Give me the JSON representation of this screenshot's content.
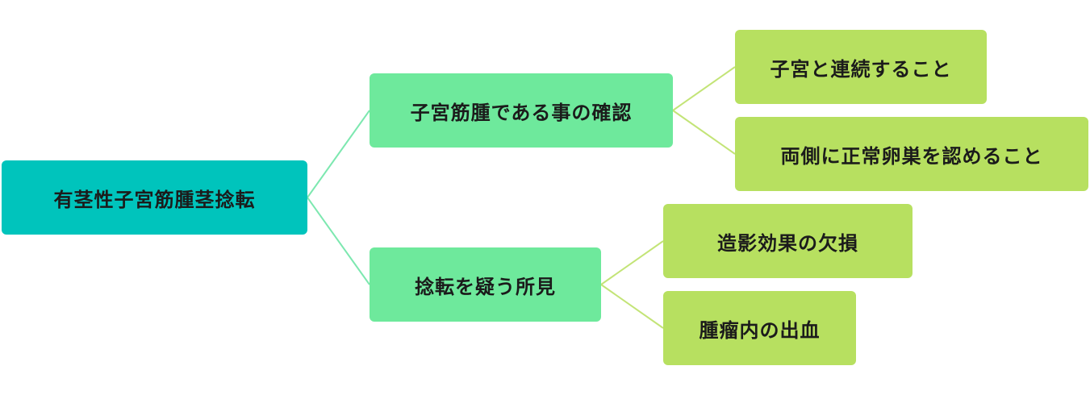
{
  "colors": {
    "root_fill": "#00c4bc",
    "level1_fill": "#6ee99c",
    "level2_fill": "#b7e060",
    "root_connector": "#7de8b0",
    "level2_connector": "#c3e477"
  },
  "diagram": {
    "root": {
      "label": "有茎性子宮筋腫茎捻転"
    },
    "children": [
      {
        "label": "子宮筋腫である事の確認",
        "children": [
          {
            "label": "子宮と連続すること"
          },
          {
            "label": "両側に正常卵巣を認めること"
          }
        ]
      },
      {
        "label": "捻転を疑う所見",
        "children": [
          {
            "label": "造影効果の欠損"
          },
          {
            "label": "腫瘤内の出血"
          }
        ]
      }
    ]
  }
}
